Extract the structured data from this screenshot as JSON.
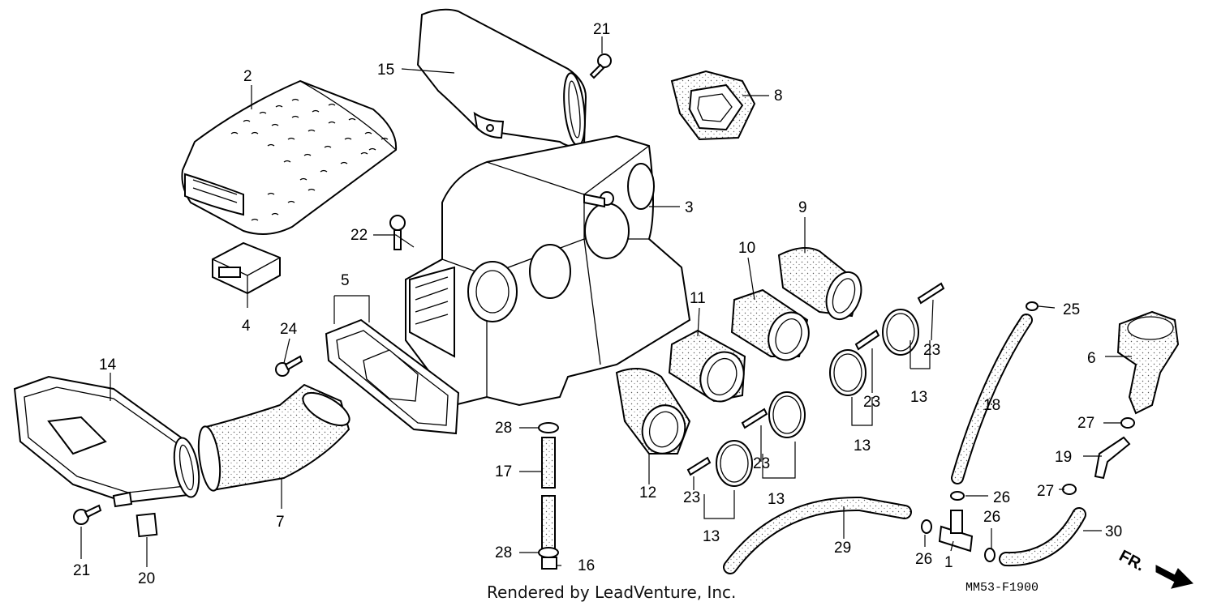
{
  "callouts": {
    "c1": "1",
    "c2": "2",
    "c3": "3",
    "c4": "4",
    "c5": "5",
    "c6": "6",
    "c7": "7",
    "c8": "8",
    "c9": "9",
    "c10": "10",
    "c11": "11",
    "c12": "12",
    "c13a": "13",
    "c13b": "13",
    "c13c": "13",
    "c13d": "13",
    "c14": "14",
    "c15": "15",
    "c16": "16",
    "c17": "17",
    "c18": "18",
    "c19": "19",
    "c20": "20",
    "c21a": "21",
    "c21b": "21",
    "c22": "22",
    "c23a": "23",
    "c23b": "23",
    "c23c": "23",
    "c23d": "23",
    "c24": "24",
    "c25": "25",
    "c26a": "26",
    "c26b": "26",
    "c26c": "26",
    "c27a": "27",
    "c27b": "27",
    "c28a": "28",
    "c28b": "28",
    "c29": "29",
    "c30": "30"
  },
  "footer": {
    "credit": "Rendered by LeadVenture, Inc.",
    "diagram_code": "MM53-F1900",
    "direction_label": "FR."
  }
}
